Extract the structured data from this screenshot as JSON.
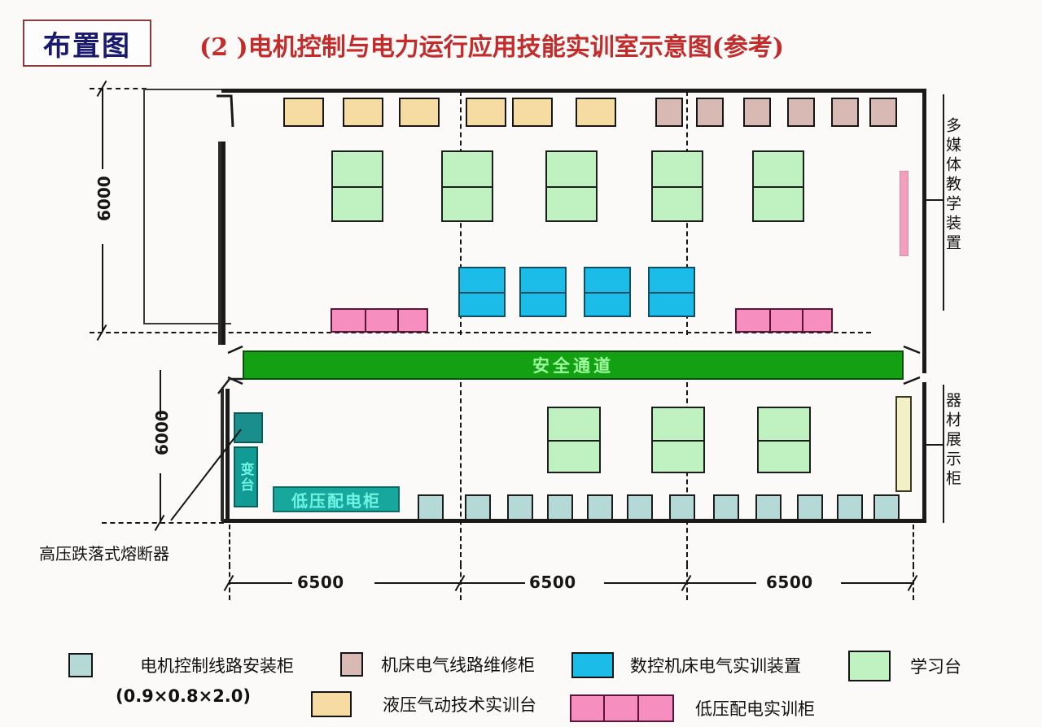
{
  "header": {
    "badge": "布置图",
    "title": "(2 )电机控制与电力运行应用技能实训室示意图(参考)"
  },
  "plan": {
    "safety_corridor_label": "安全通道",
    "transformer_platform_label": "变台",
    "lv_distribution_cabinet_label": "低压配电柜",
    "hv_fuse_callout": "高压跌落式熔断器",
    "right_label_top": "多媒体教学装置",
    "right_label_bottom": "器材展示柜",
    "dimensions": {
      "vertical_top": "6000",
      "vertical_bottom": "6000",
      "horizontal": [
        "6500",
        "6500",
        "6500"
      ]
    },
    "counts": {
      "hydraulic_pneumatic_benches": 6,
      "machine_tool_repair_cabinets": 6,
      "study_tables_upper": 5,
      "cnc_electrical_units": 4,
      "lv_training_cabinet_groups": 2,
      "lv_training_cabinet_cells_per_group": 3,
      "study_tables_lower": 3,
      "motor_control_cabinets": 12
    }
  },
  "legend": {
    "items": [
      {
        "label": "电机控制线路安装柜",
        "sublabel": "(0.9×0.8×2.0)",
        "color": "#b4d9d6",
        "style": "single"
      },
      {
        "label": "机床电气线路维修柜",
        "color": "#d8b9b3",
        "style": "single"
      },
      {
        "label": "数控机床电气实训装置",
        "color": "#1bbce8",
        "style": "single"
      },
      {
        "label": "学习台",
        "color": "#bff2c0",
        "style": "single"
      },
      {
        "label": "液压气动技术实训台",
        "color": "#f6dca2",
        "style": "single"
      },
      {
        "label": "低压配电实训柜",
        "color": "#f68fc0",
        "style": "triple"
      }
    ]
  },
  "colors": {
    "title_red": "#c42b2b",
    "badge_blue": "#191970",
    "corridor_green": "#13a113",
    "corridor_text": "#9dfb9d",
    "teal": "#17a79d"
  }
}
